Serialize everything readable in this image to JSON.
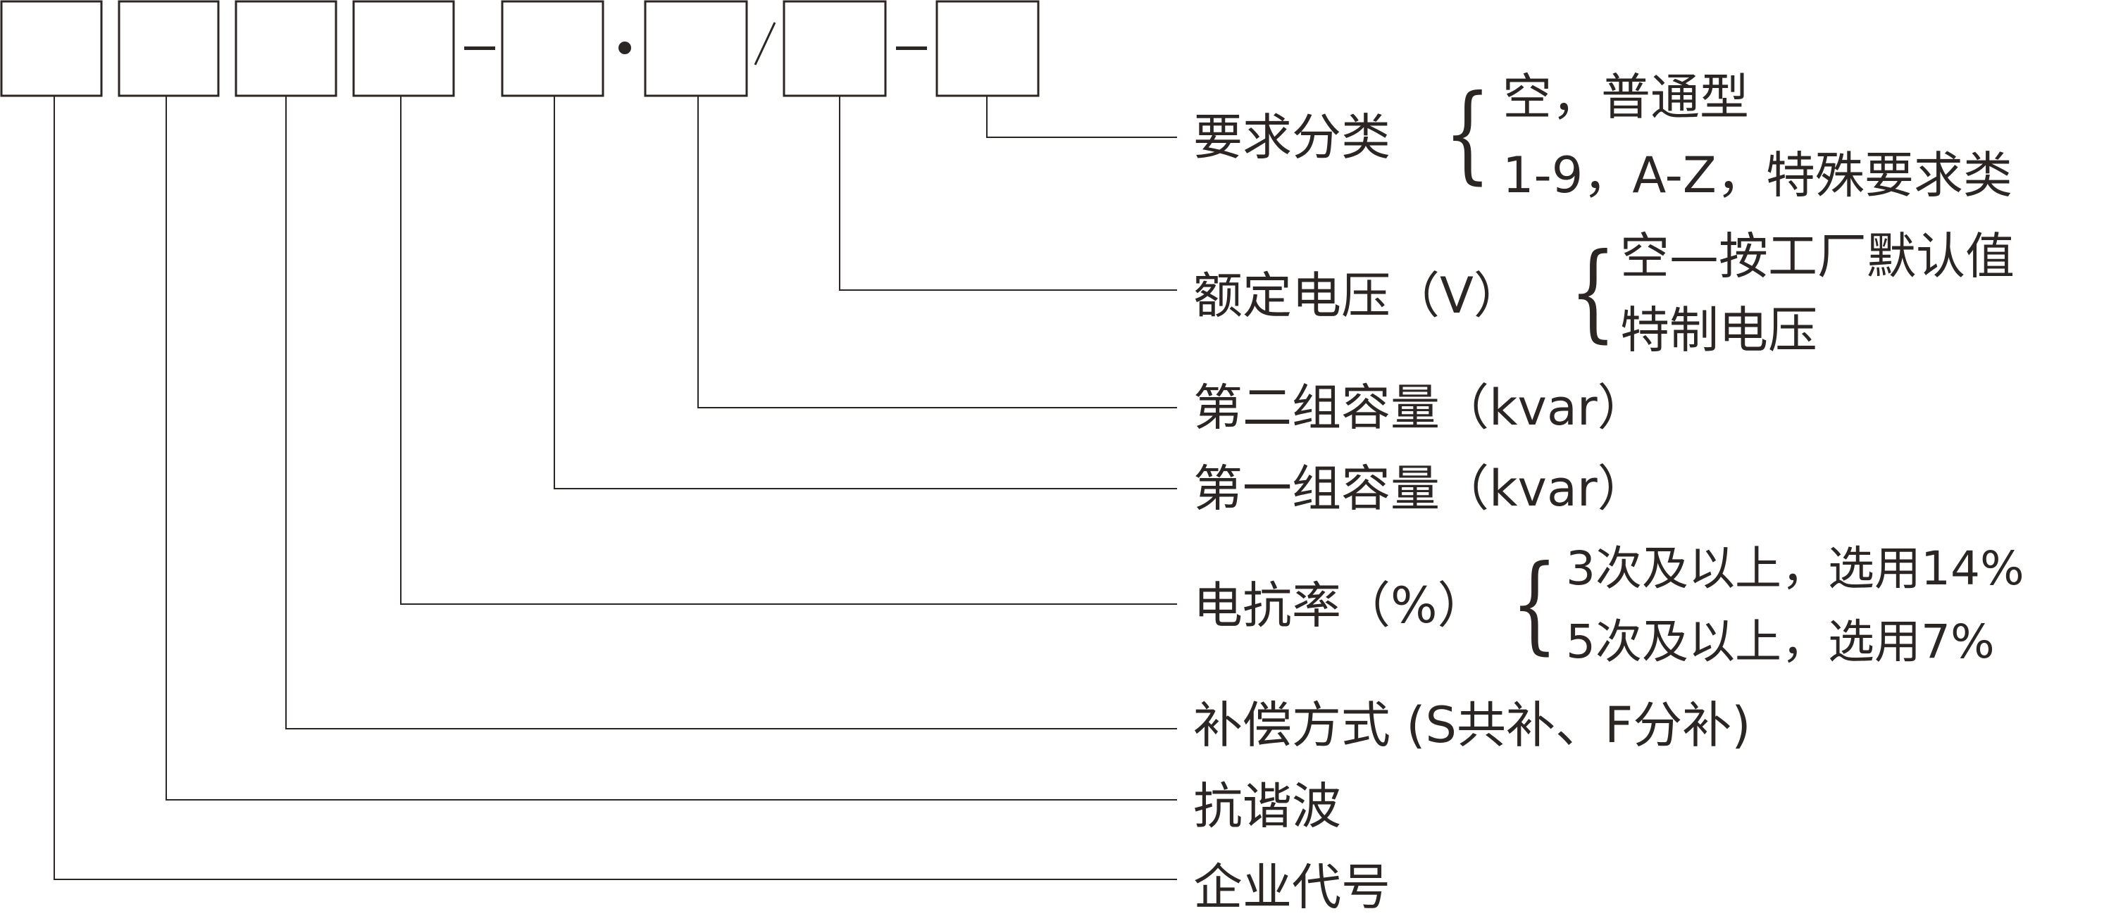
{
  "separators": {
    "dash1": "-",
    "dot": "•",
    "slash": "/",
    "dash2": "-"
  },
  "fields": [
    {
      "label": "要求分类",
      "options": [
        "空，普通型",
        "1-9，A-Z，特殊要求类"
      ]
    },
    {
      "label": "额定电压（V）",
      "options": [
        "空—按工厂默认值",
        "特制电压"
      ]
    },
    {
      "label": "第二组容量（kvar）"
    },
    {
      "label": "第一组容量（kvar）"
    },
    {
      "label": "电抗率（%）",
      "options": [
        "3次及以上，选用14%",
        "5次及以上，选用7%"
      ]
    },
    {
      "label": "补偿方式 (S共补、F分补)"
    },
    {
      "label": "抗谐波"
    },
    {
      "label": "企业代号"
    }
  ],
  "colors": {
    "ink": "#2b2523"
  }
}
